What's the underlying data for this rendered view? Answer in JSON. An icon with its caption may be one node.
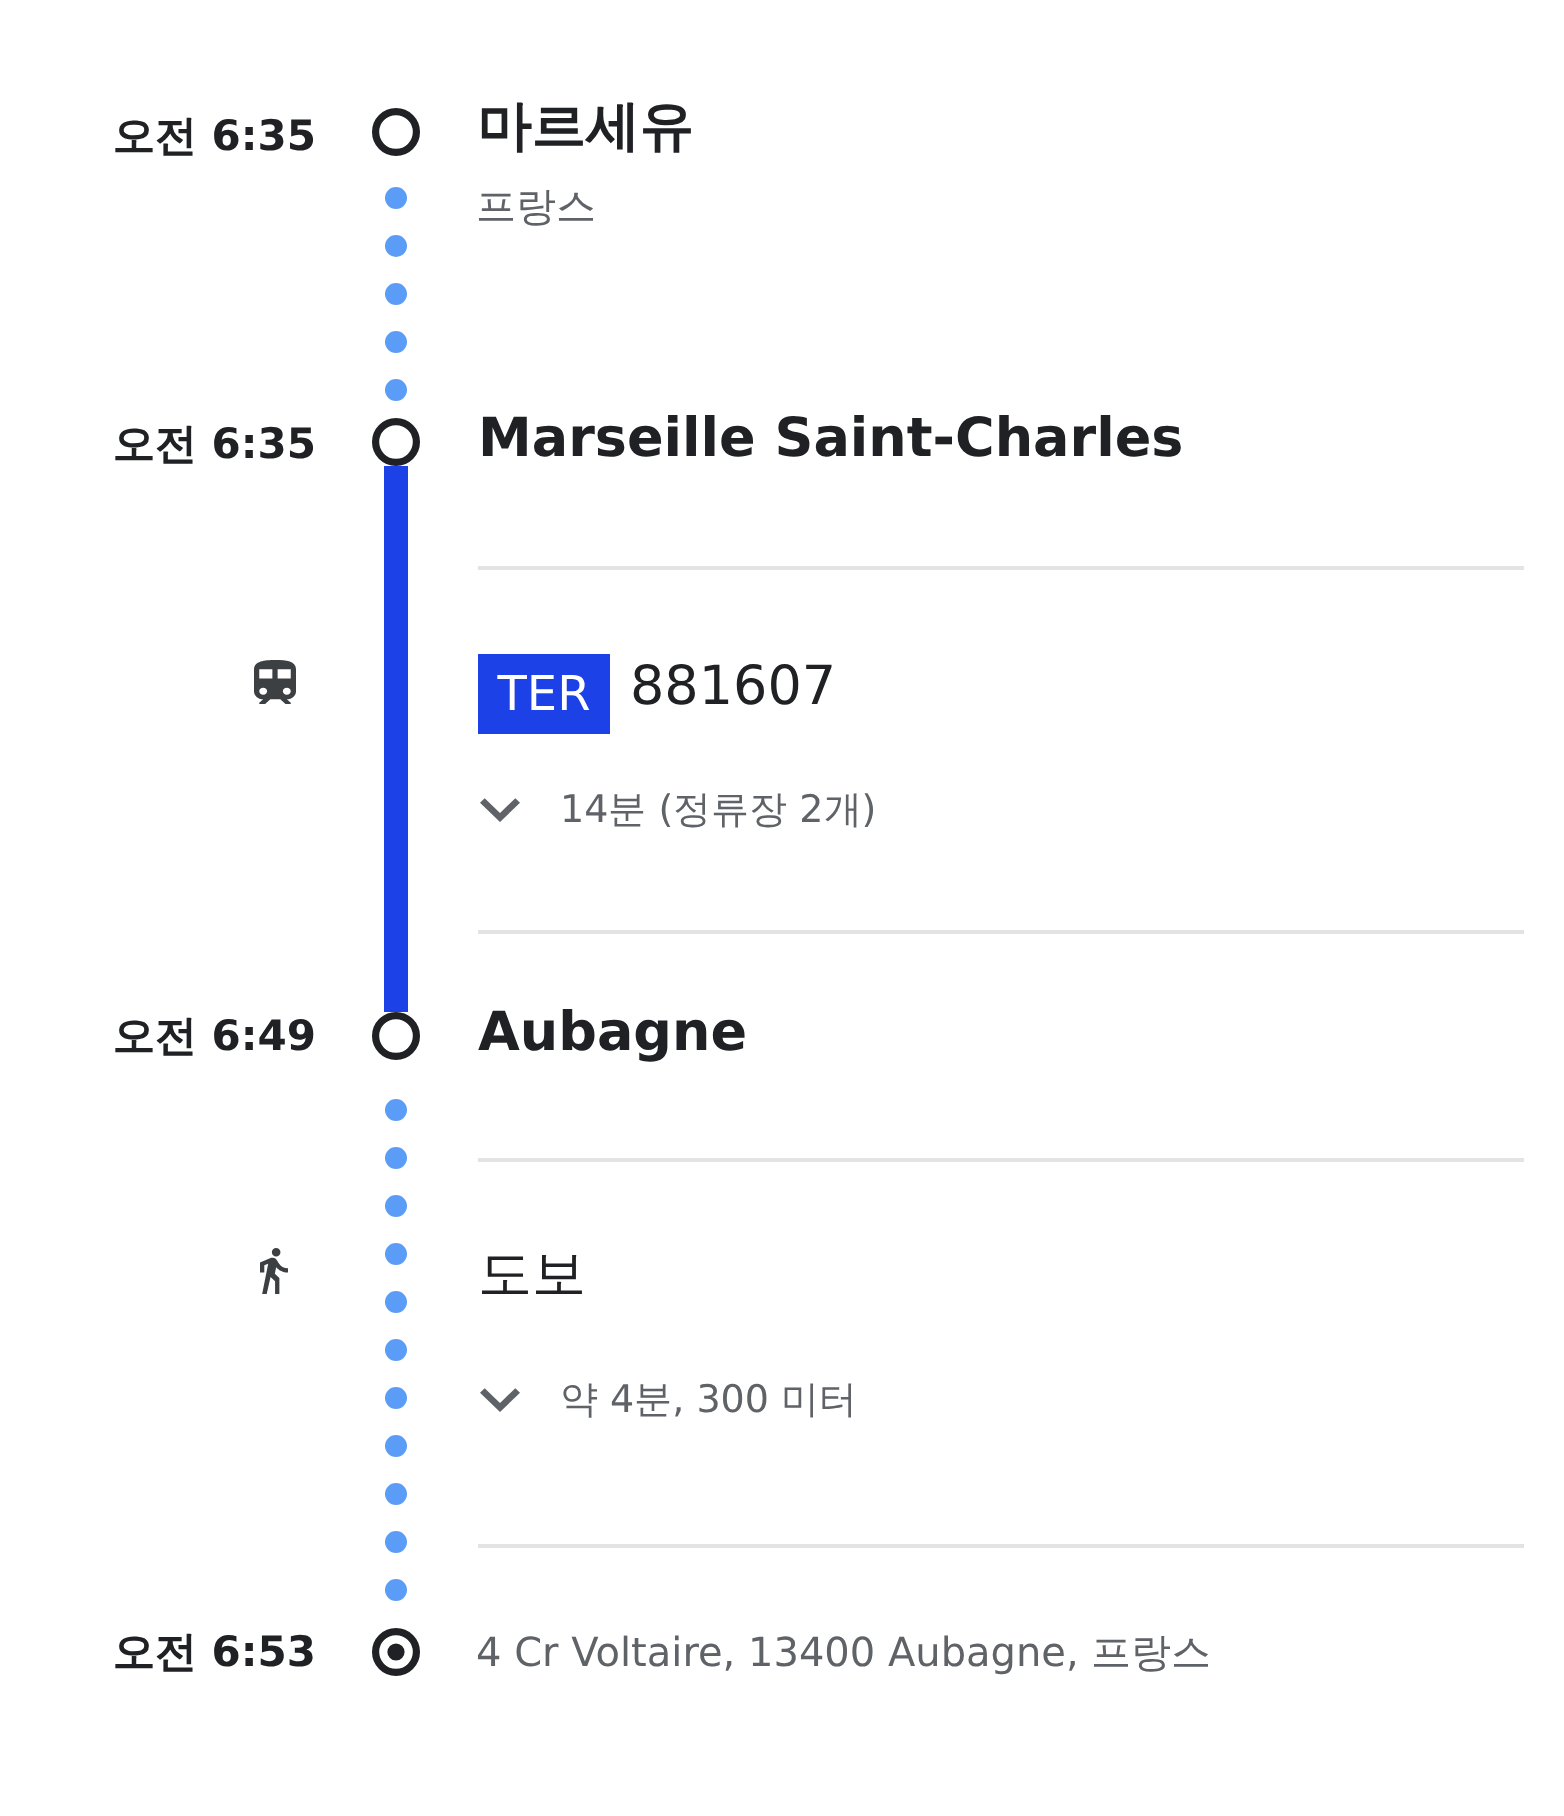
{
  "diagram": {
    "nodes": [
      {
        "text": [],
        "shape": "circle",
        "beside": [
          "오전 6:35",
          "마르세유",
          "프랑스"
        ]
      },
      {
        "text": [],
        "shape": "circle",
        "beside": [
          "오전 6:35",
          "Marseille Saint-Charles"
        ]
      },
      {
        "text": [],
        "shape": "circle",
        "beside": [
          "오전 6:49",
          "Aubagne"
        ]
      },
      {
        "text": [],
        "shape": "circle",
        "beside": [
          "오전 6:53",
          "4 Cr Voltaire, 13400 Aubagne, 프랑스"
        ]
      }
    ],
    "edges": [
      {
        "from": 0,
        "to": 1,
        "arrow": "none",
        "style": "dashed"
      },
      {
        "from": 1,
        "to": 2,
        "arrow": "none",
        "color": "#1c41e6"
      },
      {
        "from": 2,
        "to": 3,
        "arrow": "none",
        "style": "dashed"
      }
    ],
    "labels": [
      "TER",
      "881607",
      "14분 (정류장 2개)",
      "도보",
      "약 4분, 300 미터"
    ]
  }
}
